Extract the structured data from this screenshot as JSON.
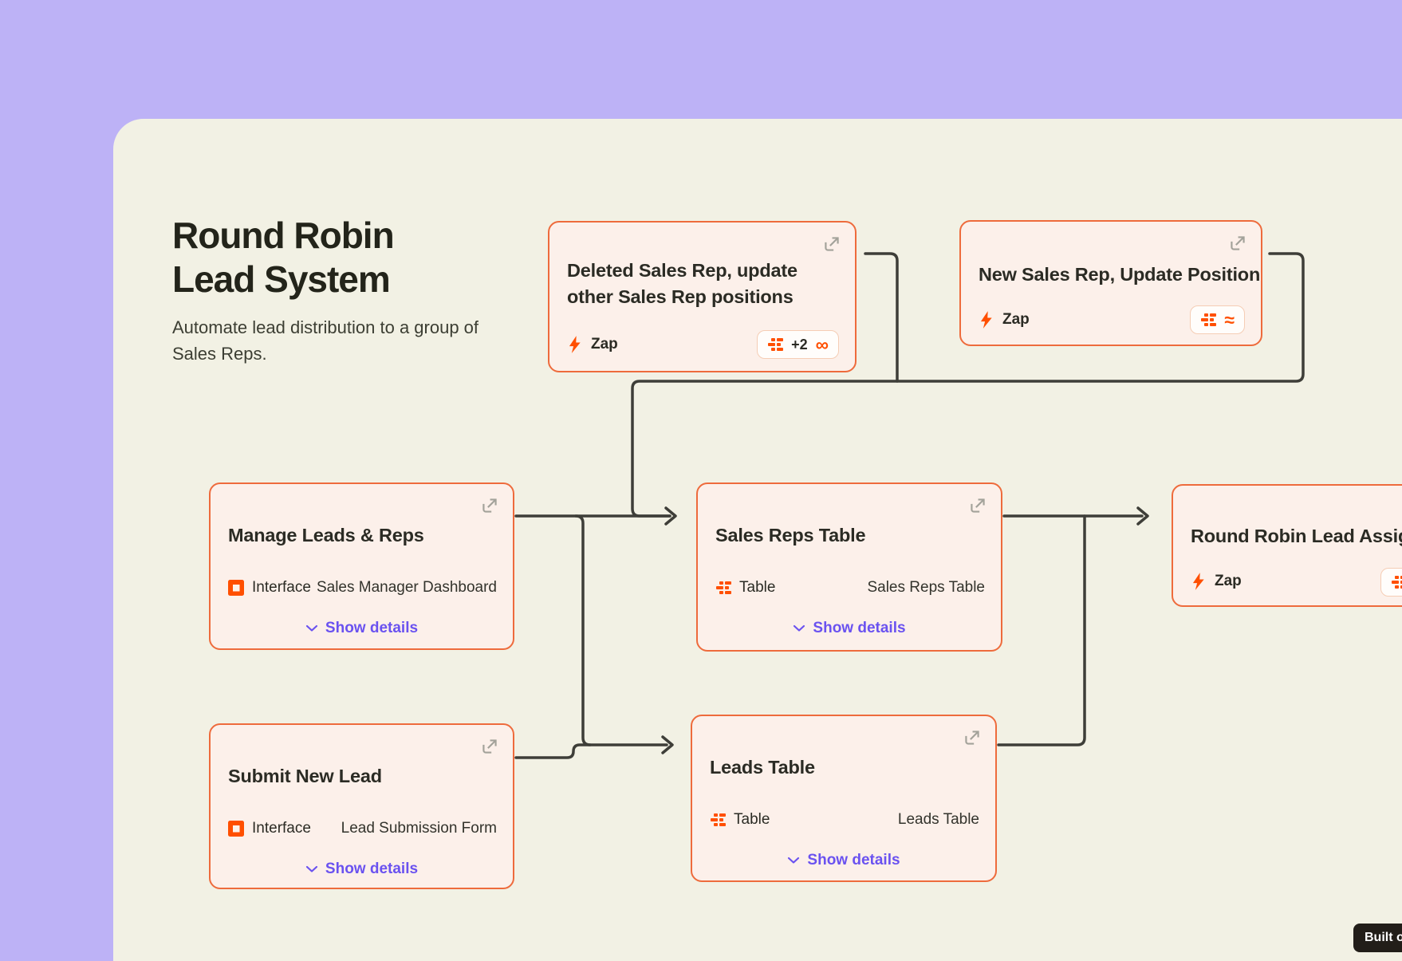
{
  "header": {
    "title": "Round Robin Lead System",
    "subtitle": "Automate lead distribution to a group of Sales Reps."
  },
  "cards": {
    "deleted_rep": {
      "title": "Deleted Sales Rep, update other Sales Rep positions",
      "type": "Zap",
      "extra_count": "+2"
    },
    "new_rep": {
      "title": "New Sales Rep, Update Position",
      "type": "Zap"
    },
    "manage": {
      "title": "Manage Leads & Reps",
      "type": "Interface",
      "value": "Sales Manager Dashboard"
    },
    "sales_reps_table": {
      "title": "Sales Reps Table",
      "type": "Table",
      "value": "Sales Reps Table"
    },
    "round_robin": {
      "title": "Round Robin Lead Assignment",
      "type": "Zap"
    },
    "submit_lead": {
      "title": "Submit New Lead",
      "type": "Interface",
      "value": "Lead Submission Form"
    },
    "leads_table": {
      "title": "Leads Table",
      "type": "Table",
      "value": "Leads Table"
    }
  },
  "labels": {
    "show_details": "Show details"
  },
  "glyphs": {
    "looping": "∞",
    "waves": "≈"
  },
  "badge": {
    "label": "Built on Zapier"
  },
  "icons": {
    "expand": "expand-icon",
    "zap_bolt": "zap-bolt-icon",
    "tables": "tables-icon",
    "interfaces": "interfaces-icon",
    "looping": "looping-infinity-icon",
    "waves": "waves-icon",
    "chevron_down": "chevron-down-icon"
  },
  "colors": {
    "background_purple": "#BDB2F6",
    "panel_cream": "#F2F1E4",
    "card_pink": "#FCF0EA",
    "card_border_orange": "#EE6B3C",
    "accent_orange": "#FF4F00",
    "link_purple": "#6A52F0",
    "connector_dark": "#3E3E38",
    "badge_black": "#221E19"
  }
}
